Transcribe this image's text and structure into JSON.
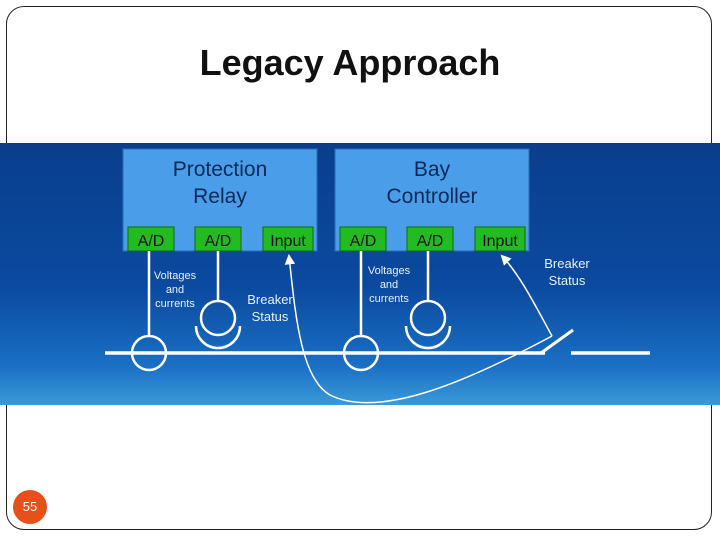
{
  "slide": {
    "title": "Legacy Approach",
    "page_number": "55"
  },
  "diagram": {
    "relay": {
      "title_line1": "Protection",
      "title_line2": "Relay",
      "ports": [
        "A/D",
        "A/D",
        "Input"
      ]
    },
    "controller": {
      "title_line1": "Bay",
      "title_line2": "Controller",
      "ports": [
        "A/D",
        "A/D",
        "Input"
      ]
    },
    "labels": {
      "voltages_left": [
        "Voltages",
        "and",
        "currents"
      ],
      "voltages_right": [
        "Voltages",
        "and",
        "currents"
      ],
      "breaker_left": [
        "Breaker",
        "Status"
      ],
      "breaker_right": [
        "Breaker",
        "Status"
      ]
    },
    "colors": {
      "box_fill": "#4a9de8",
      "port_fill": "#22bb22",
      "line": "#ffffff",
      "label_text": "#e6efff",
      "box_text": "#0a2a5a"
    }
  }
}
